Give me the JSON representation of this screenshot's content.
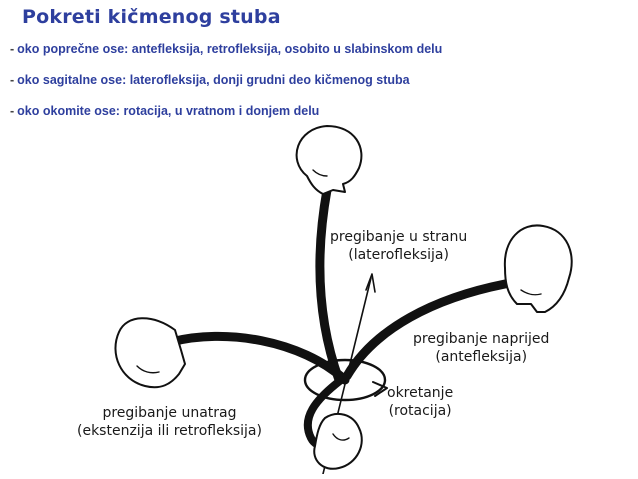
{
  "title": "Pokreti kičmenog stuba",
  "bullets": [
    {
      "dash": "-",
      "text": "oko poprečne ose: antefleksija, retrofleksija, osobito u slabinskom delu"
    },
    {
      "dash": "-",
      "text": "oko sagitalne ose: laterofleksija, donji grudni deo kičmenog stuba"
    },
    {
      "dash": "-",
      "text": "oko okomite ose: rotacija, u vratnom i donjem  delu"
    }
  ],
  "figure": {
    "lateral": {
      "line1": "pregibanje u stranu",
      "line2": "(laterofleksija)"
    },
    "anterior": {
      "line1": "pregibanje naprijed",
      "line2": "(antefleksija)"
    },
    "rotation": {
      "line1": "okretanje",
      "line2": "(rotacija)"
    },
    "posterior": {
      "line1": "pregibanje unatrag",
      "line2": "(ekstenzija ili retrofleksija)"
    }
  },
  "colors": {
    "title": "#2e3f9e",
    "text": "#2e3f9e",
    "ink": "#111111"
  }
}
